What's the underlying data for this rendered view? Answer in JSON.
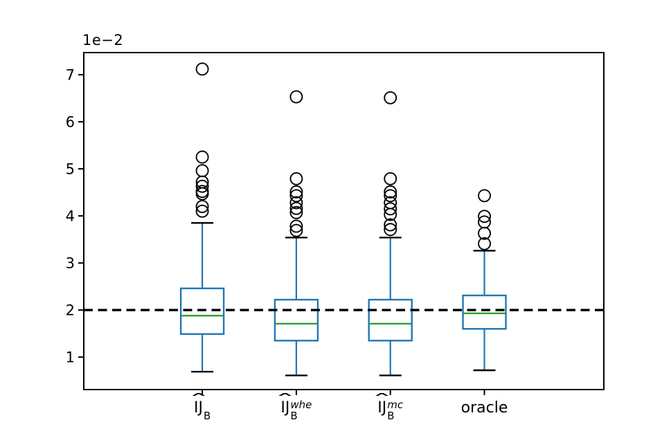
{
  "figure": {
    "background": "#ffffff"
  },
  "chart_data": {
    "type": "boxplot",
    "title": "",
    "xlabel": "",
    "ylabel": "",
    "y_offset_label": "1e−2",
    "value_unit": "1e-2",
    "yticks": [
      1,
      2,
      3,
      4,
      5,
      6,
      7
    ],
    "ylim": [
      0.31,
      7.47
    ],
    "xlim": [
      -0.26,
      5.27
    ],
    "grid": false,
    "legend": null,
    "reference_line": {
      "y": 2.0,
      "style": "dashed",
      "color": "#000000",
      "linewidth": 3.4
    },
    "colors": {
      "box": "#1f77b4",
      "median": "#2ca02c",
      "whisker": "#1f77b4",
      "cap": "#000000",
      "flier": "#000000",
      "axis": "#000000"
    },
    "boxes": [
      {
        "position": 1,
        "label": {
          "hat": "IJ",
          "sub": "B",
          "sup": "",
          "plain": ""
        },
        "label_text": "IJ_B (hat)",
        "whisker_low": 0.69,
        "q1": 1.49,
        "median": 1.88,
        "q3": 2.46,
        "whisker_high": 3.85,
        "fliers": [
          4.1,
          4.2,
          4.47,
          4.52,
          4.63,
          4.72,
          4.96,
          5.25,
          7.12
        ]
      },
      {
        "position": 2,
        "label": {
          "hat": "IJ",
          "sub": "B",
          "sup": "whe",
          "plain": ""
        },
        "label_text": "IJ_B^whe (hat)",
        "whisker_low": 0.61,
        "q1": 1.35,
        "median": 1.71,
        "q3": 2.22,
        "whisker_high": 3.54,
        "fliers": [
          3.69,
          3.78,
          4.07,
          4.16,
          4.28,
          4.43,
          4.51,
          4.79,
          6.53
        ]
      },
      {
        "position": 3,
        "label": {
          "hat": "IJ",
          "sub": "B",
          "sup": "mc",
          "plain": ""
        },
        "label_text": "IJ_B^mc (hat)",
        "whisker_low": 0.61,
        "q1": 1.35,
        "median": 1.71,
        "q3": 2.22,
        "whisker_high": 3.54,
        "fliers": [
          3.71,
          3.81,
          4.03,
          4.15,
          4.28,
          4.43,
          4.51,
          4.79,
          6.51
        ]
      },
      {
        "position": 4,
        "label": {
          "hat": "",
          "sub": "",
          "sup": "",
          "plain": "oracle"
        },
        "label_text": "oracle",
        "whisker_low": 0.72,
        "q1": 1.6,
        "median": 1.93,
        "q3": 2.31,
        "whisker_high": 3.26,
        "fliers": [
          3.41,
          3.63,
          3.87,
          3.99,
          4.43
        ]
      }
    ]
  }
}
